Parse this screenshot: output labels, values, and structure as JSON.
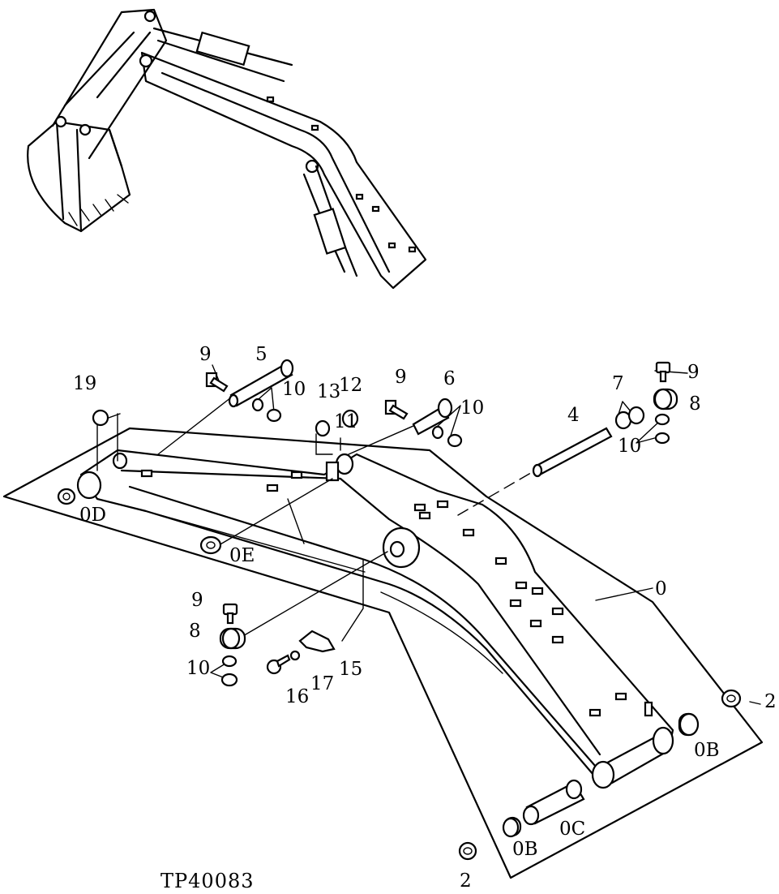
{
  "figure_id": "TP40083",
  "callouts": {
    "boom": "0",
    "bushing_ob_right": "0B",
    "bushing_ob_bottom": "0B",
    "pin_oc": "0C",
    "bushing_od": "0D",
    "bushing_oe": "0E",
    "shim_right": "2",
    "shim_bottom": "2",
    "pin_4": "4",
    "pin_5": "5",
    "pin_6": "6",
    "washer_7": "7",
    "collar_8_right": "8",
    "collar_8_left": "8",
    "bolt_9_top_left": "9",
    "bolt_9_top_mid": "9",
    "bolt_9_top_right": "9",
    "bolt_9_left": "9",
    "nut_10_a": "10",
    "nut_10_b": "10",
    "nut_10_c": "10",
    "nut_10_d": "10",
    "part_11": "11",
    "part_12": "12",
    "part_13": "13",
    "clamp_15": "15",
    "bolt_16": "16",
    "washer_17": "17",
    "part_19": "19"
  }
}
